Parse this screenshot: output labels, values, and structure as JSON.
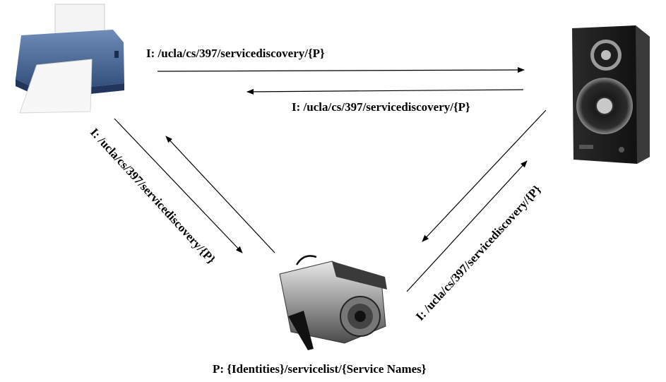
{
  "devices": {
    "printer": {
      "icon": "printer-icon"
    },
    "speaker": {
      "icon": "speaker-icon"
    },
    "camera": {
      "icon": "security-camera-icon"
    }
  },
  "labels": {
    "printer_to_speaker": "I: /ucla/cs/397/servicediscovery/{P}",
    "speaker_to_printer": "I: /ucla/cs/397/servicediscovery/{P}",
    "printer_to_camera": "I: /ucla/cs/397/servicediscovery/{P}",
    "camera_to_speaker": "I: /ucla/cs/397/servicediscovery/{P}",
    "service_list": "P: {Identities}/servicelist/{Service Names}"
  }
}
